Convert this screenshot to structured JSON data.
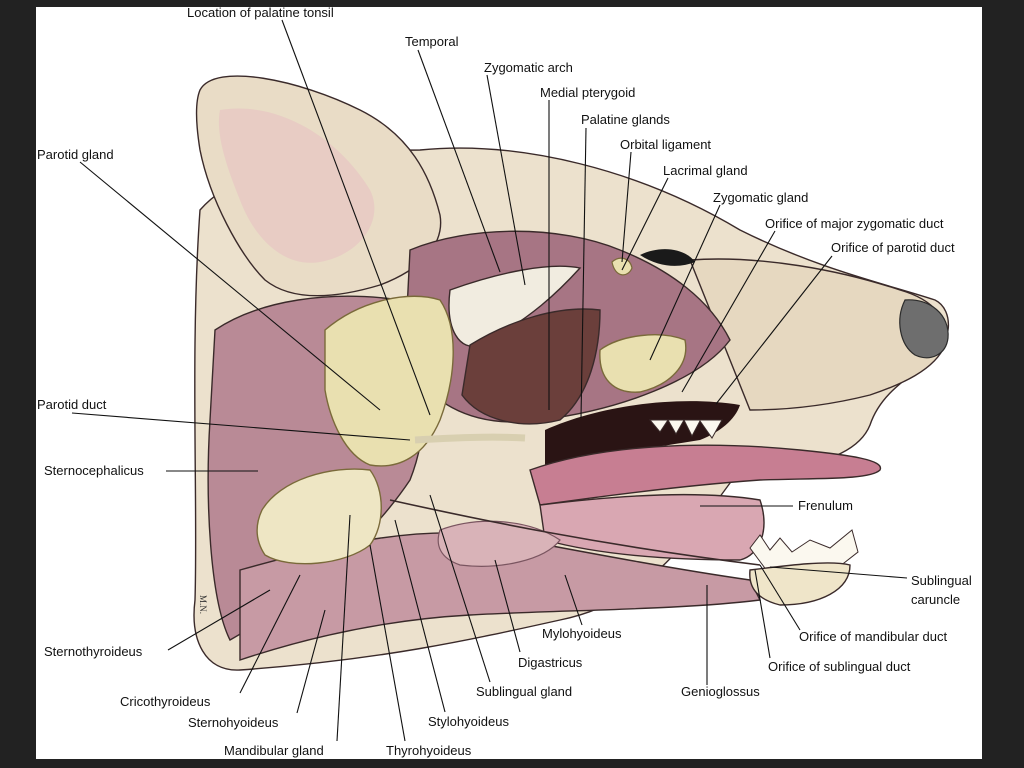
{
  "colors": {
    "background": "#222222",
    "canvas": "#ffffff",
    "skin": "#e9dcc6",
    "ear_inner": "#e7c7c3",
    "muscle": "#b98a96",
    "muscle_dark": "#8e5f6d",
    "gland": "#e9e0b0",
    "tongue": "#c77e92",
    "cavity": "#6b3f3b"
  },
  "labels": {
    "palatine_tonsil": "Location of palatine tonsil",
    "temporal": "Temporal",
    "zygomatic_arch": "Zygomatic arch",
    "medial_pterygoid": "Medial pterygoid",
    "palatine_glands": "Palatine glands",
    "orbital_ligament": "Orbital ligament",
    "lacrimal_gland": "Lacrimal gland",
    "zygomatic_gland": "Zygomatic gland",
    "orifice_major_zygomatic_duct": "Orifice of major zygomatic duct",
    "orifice_parotid_duct": "Orifice of parotid duct",
    "parotid_gland": "Parotid gland",
    "parotid_duct": "Parotid duct",
    "sternocephalicus": "Sternocephalicus",
    "frenulum": "Frenulum",
    "sublingual_caruncle_line1": "Sublingual",
    "sublingual_caruncle_line2": "caruncle",
    "orifice_mandibular_duct": "Orifice of mandibular duct",
    "orifice_sublingual_duct": "Orifice of sublingual duct",
    "mylohyoideus": "Mylohyoideus",
    "digastricus": "Digastricus",
    "sublingual_gland": "Sublingual gland",
    "genioglossus": "Genioglossus",
    "sternothyroideus": "Sternothyroideus",
    "cricothyroideus": "Cricothyroideus",
    "sternohyoideus": "Sternohyoideus",
    "stylohyoideus": "Stylohyoideus",
    "mandibular_gland": "Mandibular gland",
    "thyrohyoideus": "Thyrohyoideus",
    "signature": "M.N."
  }
}
